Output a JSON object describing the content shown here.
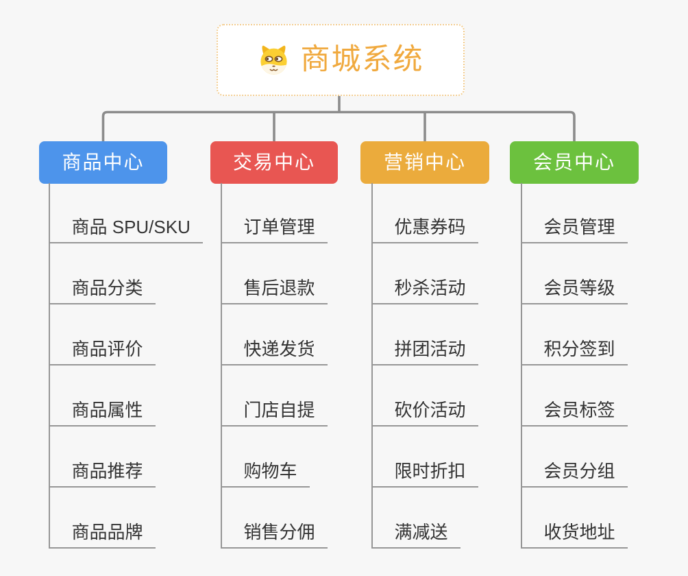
{
  "background_color": "#F7F7F7",
  "connector_color": "#8C8C8C",
  "leaf_line_color": "#969696",
  "root": {
    "label": "商城系统",
    "icon": "dog-face-icon",
    "text_color": "#F0A93E",
    "border_color": "#F3CD90",
    "fill_color": "#FFFFFF"
  },
  "branches": [
    {
      "label": "商品中心",
      "color": "#4D94EB",
      "children": [
        "商品 SPU/SKU",
        "商品分类",
        "商品评价",
        "商品属性",
        "商品推荐",
        "商品品牌"
      ]
    },
    {
      "label": "交易中心",
      "color": "#E85652",
      "children": [
        "订单管理",
        "售后退款",
        "快递发货",
        "门店自提",
        "购物车",
        "销售分佣"
      ]
    },
    {
      "label": "营销中心",
      "color": "#EBAB3C",
      "children": [
        "优惠券码",
        "秒杀活动",
        "拼团活动",
        "砍价活动",
        "限时折扣",
        "满减送"
      ]
    },
    {
      "label": "会员中心",
      "color": "#6CC13E",
      "children": [
        "会员管理",
        "会员等级",
        "积分签到",
        "会员标签",
        "会员分组",
        "收货地址"
      ]
    }
  ]
}
